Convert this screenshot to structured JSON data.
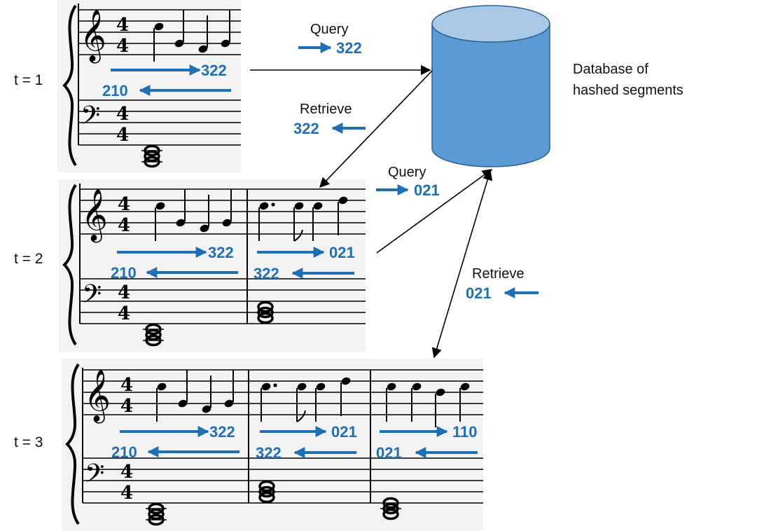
{
  "colors": {
    "accent": "#1f6fb5",
    "db_fill": "#5b9bd5",
    "db_top": "#a9c8e8",
    "db_stroke": "#2e5f8a",
    "score_bg": "#f3f3f3"
  },
  "database": {
    "label_line1": "Database of",
    "label_line2": "hashed segments"
  },
  "time_steps": [
    {
      "label": "t = 1",
      "time_sig": "4",
      "measures": [
        {
          "forward": "322",
          "backward": "210"
        }
      ]
    },
    {
      "label": "t = 2",
      "time_sig": "4",
      "measures": [
        {
          "forward": "322",
          "backward": "210"
        },
        {
          "forward": "021",
          "backward": "322"
        }
      ]
    },
    {
      "label": "t = 3",
      "time_sig": "4",
      "measures": [
        {
          "forward": "322",
          "backward": "210"
        },
        {
          "forward": "021",
          "backward": "322"
        },
        {
          "forward": "110",
          "backward": "021"
        }
      ]
    }
  ],
  "exchanges": [
    {
      "kind": "Query",
      "code": "322"
    },
    {
      "kind": "Retrieve",
      "code": "322"
    },
    {
      "kind": "Query",
      "code": "021"
    },
    {
      "kind": "Retrieve",
      "code": "021"
    }
  ]
}
